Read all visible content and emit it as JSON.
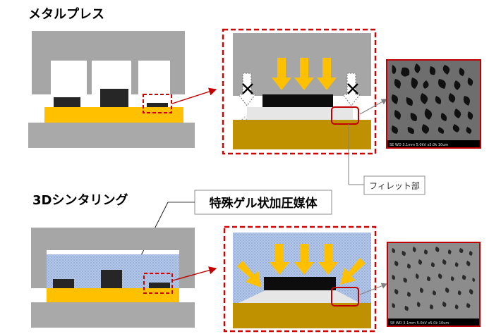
{
  "labels": {
    "metal_press_title": "メタルプレス",
    "sintering_title": "3Dシンタリング",
    "fillet_callout": "フィレット部",
    "gel_medium_callout": "特殊ゲル状加圧媒体"
  },
  "sem_captions": {
    "top": "SE   WD 3.1mm 5.0kV x5.0k  10um",
    "bottom": "SE   WD 3.1mm 5.0kV x5.0k  10um"
  },
  "colors": {
    "press_gray": "#a6a6a6",
    "base_gray": "#a9a9a9",
    "substrate_yellow": "#ffc000",
    "chip_dark": "#262626",
    "zoom_bg_gold": "#bf9000",
    "arrow_yellow": "#ffc000",
    "gel_blue": "#b4c7e7",
    "dash_red": "#d00000",
    "sem_frame_red": "#c00000"
  }
}
